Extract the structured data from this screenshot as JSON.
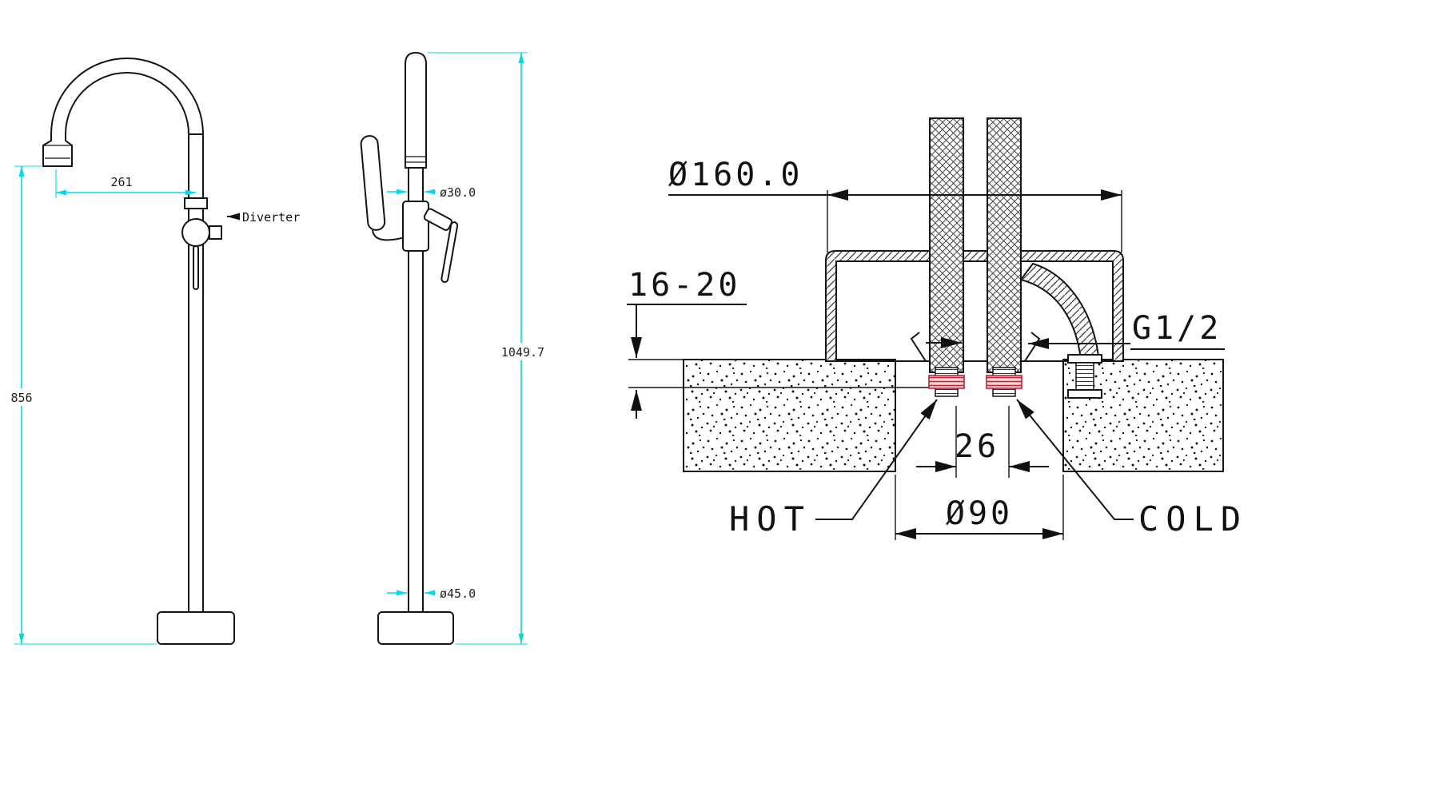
{
  "meta": {
    "description": "Freestanding bath filler mixer - dimensioned installation drawing, front view, side view and floor mounting section"
  },
  "front_view": {
    "dim_spout_reach": "261",
    "dim_spout_height": "856",
    "diverter_label": "Diverter"
  },
  "side_view": {
    "dim_body_diameter": "ø30.0",
    "dim_overall_height": "1049.7",
    "dim_base_diameter": "ø45.0"
  },
  "installation_view": {
    "dim_cover_diameter": "Ø160.0",
    "dim_deck_thickness": "16-20",
    "thread_label": "G1/2",
    "dim_inlet_spacing": "26",
    "dim_hole_diameter": "Ø90",
    "hot_label": "HOT",
    "cold_label": "COLD"
  },
  "colors": {
    "dimension_line": "#00d9e8",
    "drawing_line": "#141414",
    "nut_highlight": "#c22233"
  }
}
